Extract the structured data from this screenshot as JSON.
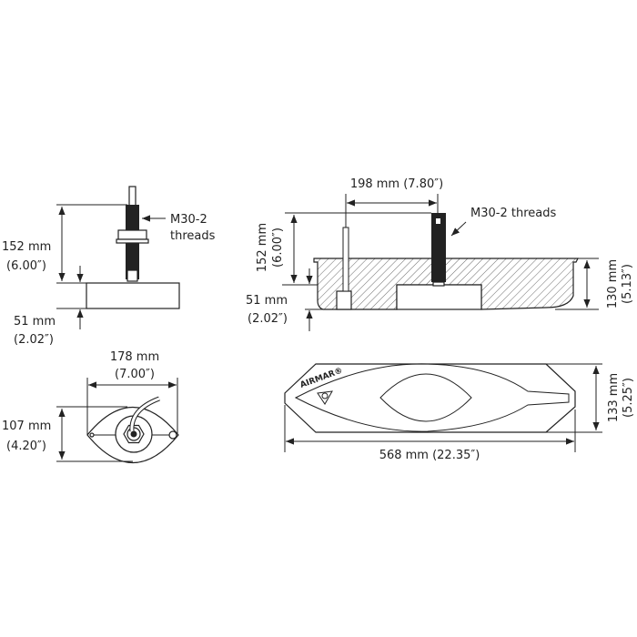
{
  "side_view_small": {
    "height_mm": "152 mm",
    "height_in": "(6.00″)",
    "depth_mm": "51 mm",
    "depth_in": "(2.02″)",
    "thread_label_1": "M30-2",
    "thread_label_2": "threads"
  },
  "top_view_small": {
    "width_mm": "178 mm",
    "width_in": "(7.00″)",
    "height_mm": "107 mm",
    "height_in": "(4.20″)"
  },
  "side_view_large": {
    "spacing": "198 mm (7.80″)",
    "thread_label": "M30-2 threads",
    "height_mm": "152 mm",
    "height_in": "(6.00″)",
    "depth_mm": "51 mm",
    "depth_in": "(2.02″)",
    "block_mm": "130 mm",
    "block_in": "(5.13″)"
  },
  "top_view_large": {
    "brand": "AIRMAR®",
    "width": "568 mm (22.35″)",
    "height_mm": "133 mm",
    "height_in": "(5.25″)"
  },
  "colors": {
    "ink": "#222222",
    "background": "#ffffff"
  }
}
